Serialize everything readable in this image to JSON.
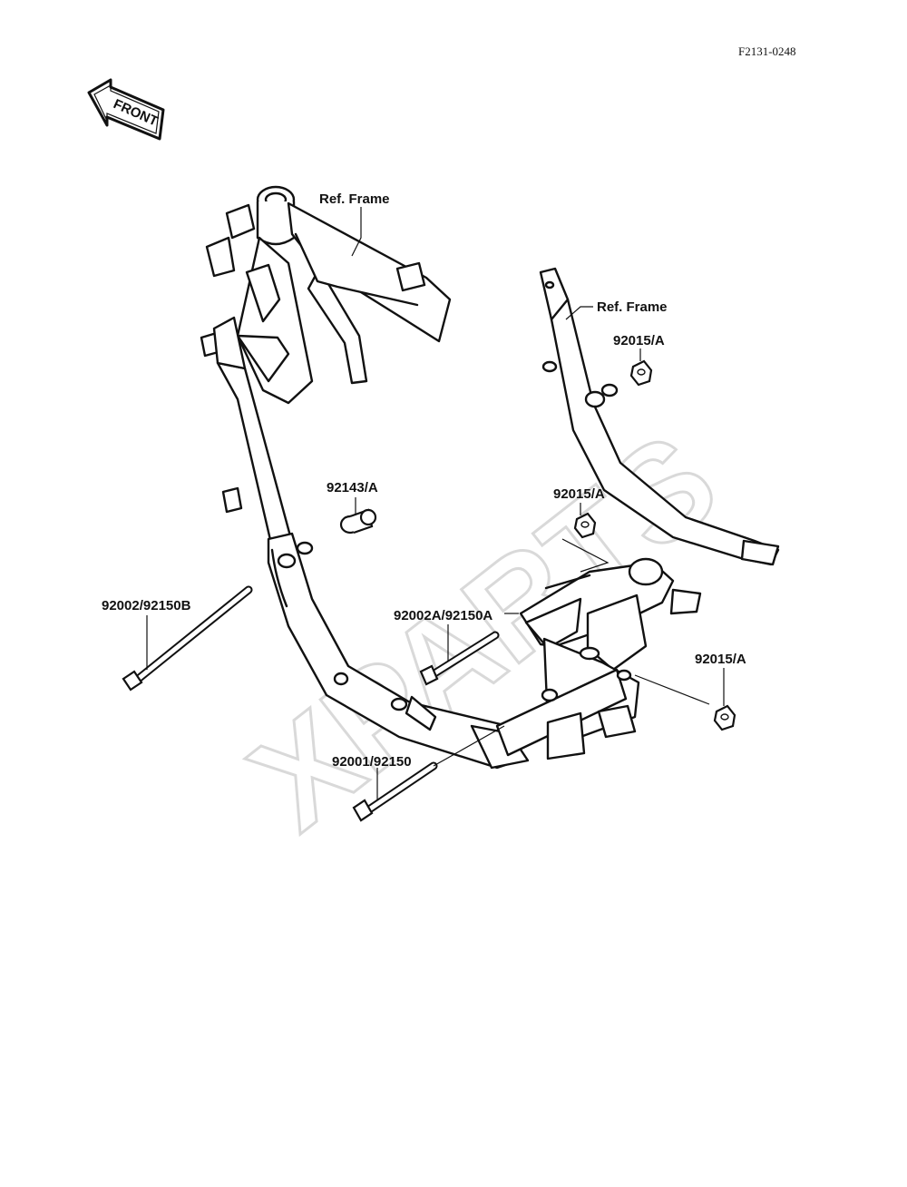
{
  "document_id": "F2131-0248",
  "front_marker": "FRONT",
  "watermark": "XPARTS",
  "callouts": {
    "ref_frame_top": "Ref. Frame",
    "ref_frame_right": "Ref. Frame",
    "nut_right_upper": "92015/A",
    "bushing": "92143/A",
    "nut_middle": "92015/A",
    "bolt_long_left": "92002/92150B",
    "bolt_middle": "92002A/92150A",
    "nut_right_lower": "92015/A",
    "bolt_lower": "92001/92150"
  },
  "colors": {
    "ink": "#111111",
    "paper": "#ffffff",
    "watermark": "#dddddd"
  }
}
